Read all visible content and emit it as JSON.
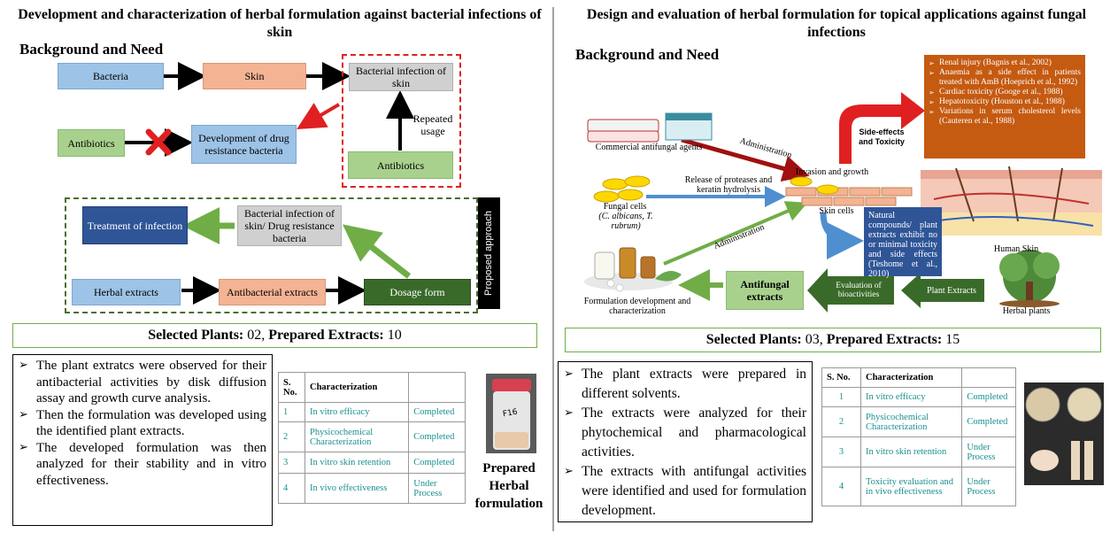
{
  "left": {
    "title": "Development and characterization of herbal formulation against bacterial infections of skin",
    "background_heading": "Background and Need",
    "boxes": {
      "bacteria": "Bacteria",
      "skin": "Skin",
      "bacterial_infection": "Bacterial infection of skin",
      "antibiotics_top": "Antibiotics",
      "drug_resistance": "Development of drug resistance bacteria",
      "antibiotics_right": "Antibiotics",
      "repeated_usage": "Repeated usage",
      "treatment": "Treatment of infection",
      "bacterial_drug": "Bacterial infection of skin/ Drug resistance bacteria",
      "herbal_extracts": "Herbal extracts",
      "antibacterial_extracts": "Antibacterial extracts",
      "dosage_form": "Dosage form",
      "proposed_approach": "Proposed approach"
    },
    "banner_label_plants": "Selected Plants:",
    "banner_plants": " 02, ",
    "banner_label_extracts": "Prepared Extracts:",
    "banner_extracts": " 10",
    "bullets": [
      "The plant extratcs were observed for their antibacterial activities by disk diffusion assay and growth curve analysis.",
      "Then the formulation was developed using the identified plant extracts.",
      "The developed formulation was then analyzed for their stability and in vitro effectiveness."
    ],
    "table": {
      "headers": [
        "S. No.",
        "Characterization",
        ""
      ],
      "rows": [
        [
          "1",
          "In vitro efficacy",
          "Completed"
        ],
        [
          "2",
          "Physicochemical Characterization",
          "Completed"
        ],
        [
          "3",
          "In vitro skin retention",
          "Completed"
        ],
        [
          "4",
          "In vivo effectiveness",
          "Under Process"
        ]
      ]
    },
    "jar_label": "F16",
    "prepared_label": "Prepared Herbal formulation"
  },
  "right": {
    "title": "Design and evaluation of herbal formulation for topical applications against fungal infections",
    "background_heading": "Background and Need",
    "labels": {
      "commercial": "Commercial antifungal agents",
      "administration_top": "Administration",
      "fungal_cells": "Fungal cells",
      "fungal_species": "(C. albicans, T. rubrum)",
      "release": "Release of proteases and keratin hydrolysis",
      "invasion": "Invasion and growth",
      "skin_cells": "Skin cells",
      "side_effects": "Side-effects and Toxicity",
      "human_skin": "Human Skin",
      "administration_bottom": "Administration",
      "formulation_dev": "Formulation development and characterization",
      "antifungal_extracts": "Antifungal extracts",
      "evaluation": "Evaluation of bioactivities",
      "plant_extracts": "Plant Extracts",
      "herbal_plants": "Herbal plants"
    },
    "side_effect_list": [
      "Renal injury (Bagnis et al., 2002)",
      "Anaemia as a side effect in patients treated with AmB (Hoeprich et al., 1992)",
      "Cardiac toxicity (Googe et al., 1988)",
      "Hepatotoxicity (Houston et al., 1988)",
      "Variations in serum cholesterol levels (Cauteren et al., 1988)"
    ],
    "natural_note": "Natural compounds/ plant extracts exhibit no or minimal toxicity and side effects (Teshome et al., 2010)",
    "banner_label_plants": "Selected Plants:",
    "banner_plants": " 03, ",
    "banner_label_extracts": "Prepared Extracts:",
    "banner_extracts": " 15",
    "bullets": [
      "The plant extracts were prepared in different solvents.",
      "The extracts were analyzed for their phytochemical and pharmacological activities.",
      "The extracts with antifungal activities were identified and used for formulation development."
    ],
    "table": {
      "headers": [
        "S. No.",
        "Characterization",
        ""
      ],
      "rows": [
        [
          "1",
          "In vitro efficacy",
          "Completed"
        ],
        [
          "2",
          "Physicochemical Characterization",
          "Completed"
        ],
        [
          "3",
          "In vitro skin retention",
          "Under Process"
        ],
        [
          "4",
          "Toxicity evaluation and in vivo effectiveness",
          "Under Process"
        ]
      ]
    }
  },
  "colors": {
    "blue_box": "#9dc3e6",
    "salmon_box": "#f4b393",
    "green_box": "#a9d18e",
    "navy_box": "#2f5597",
    "dark_green_box": "#3a6a2a",
    "red_dash": "#e02020",
    "orange_note": "#c55a11",
    "teal_text": "#1a8f8f"
  }
}
